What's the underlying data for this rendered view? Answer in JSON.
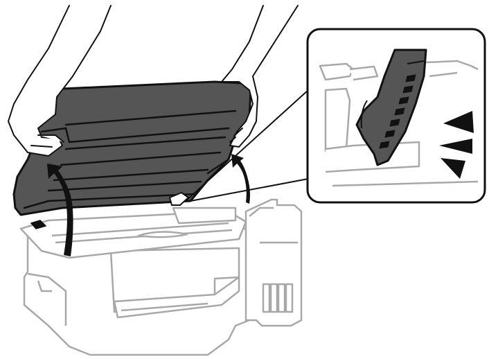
{
  "figure": {
    "icons": {
      "printer": "printer-body",
      "scanner_unit": "scanner-unit-lifted",
      "hands": "hands-holding-scanner",
      "lift_arrow": "curved-up-arrow",
      "zoom_callout": "hinge-detail-callout",
      "click_mark": "click-sound-mark"
    },
    "colors": {
      "outline": "#9a9a9a",
      "dark_gray": "#555555",
      "black": "#111111",
      "fill_light": "#ffffff"
    }
  }
}
